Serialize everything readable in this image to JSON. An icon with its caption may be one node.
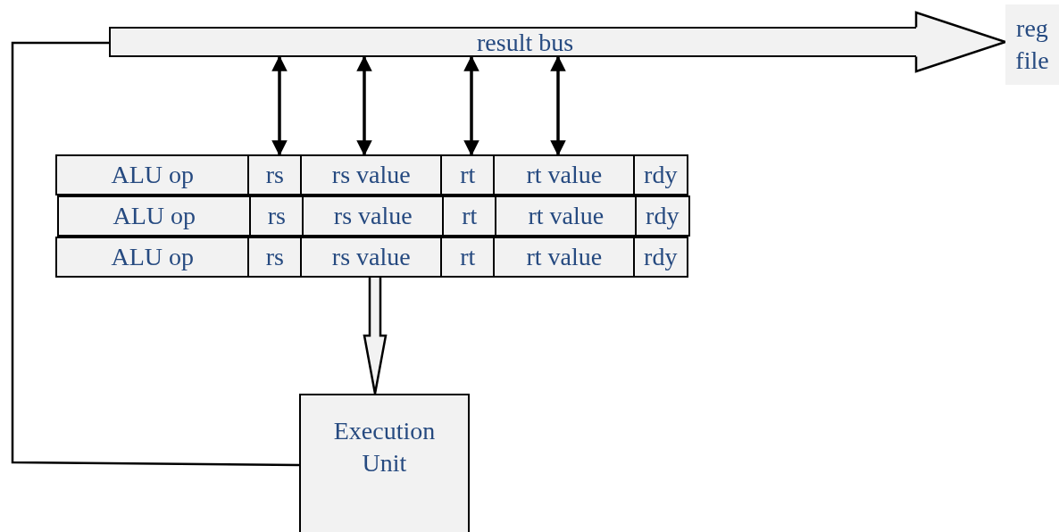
{
  "diagram": {
    "nodes": [
      {
        "text": [
          "result bus"
        ]
      },
      {
        "text": [
          "reg file"
        ]
      },
      {
        "text": [
          "ALU op"
        ]
      },
      {
        "text": [
          "rs"
        ]
      },
      {
        "text": [
          "rs value"
        ]
      },
      {
        "text": [
          "rt"
        ]
      },
      {
        "text": [
          "rt value"
        ]
      },
      {
        "text": [
          "rdy"
        ]
      },
      {
        "text": [
          "ALU op"
        ]
      },
      {
        "text": [
          "rs"
        ]
      },
      {
        "text": [
          "rs value"
        ]
      },
      {
        "text": [
          "rt"
        ]
      },
      {
        "text": [
          "rt value"
        ]
      },
      {
        "text": [
          "rdy"
        ]
      },
      {
        "text": [
          "ALU op"
        ]
      },
      {
        "text": [
          "rs"
        ]
      },
      {
        "text": [
          "rs value"
        ]
      },
      {
        "text": [
          "rt"
        ]
      },
      {
        "text": [
          "rt value"
        ]
      },
      {
        "text": [
          "rdy"
        ]
      },
      {
        "text": [
          "Execution Unit"
        ]
      }
    ],
    "edges": [
      {
        "from": 0,
        "to": 1,
        "arrow": "to",
        "style": "thick"
      },
      {
        "from": 0,
        "to": 3,
        "arrow": "both"
      },
      {
        "from": 0,
        "to": 4,
        "arrow": "both"
      },
      {
        "from": 0,
        "to": 5,
        "arrow": "both"
      },
      {
        "from": 0,
        "to": 6,
        "arrow": "both"
      },
      {
        "from": 16,
        "to": 20,
        "arrow": "to",
        "style": "thick"
      },
      {
        "from": 20,
        "to": 0,
        "arrow": "none"
      }
    ]
  }
}
